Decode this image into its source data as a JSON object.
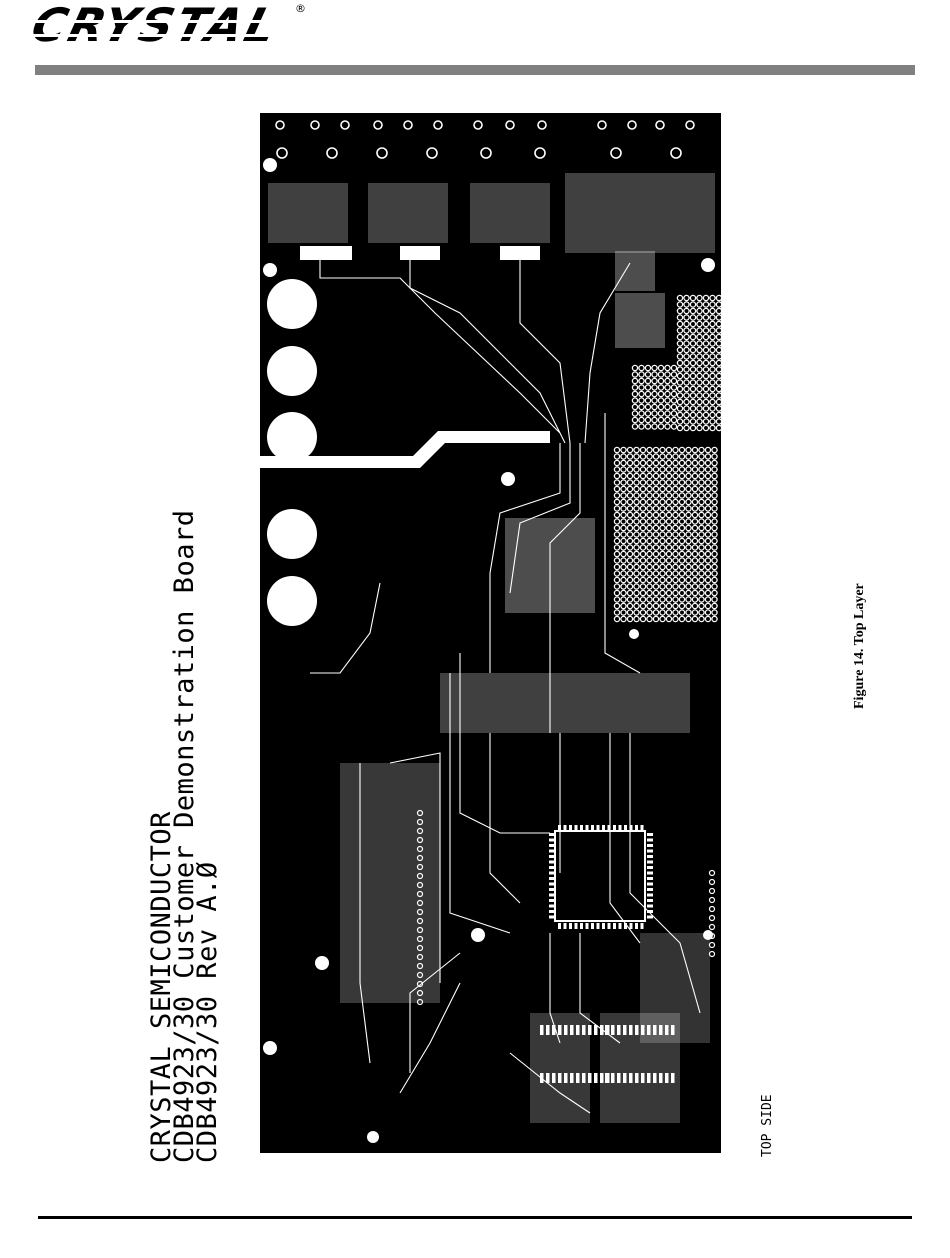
{
  "header": {
    "logo_text": "CRYSTAL",
    "logo_mark": "®"
  },
  "board": {
    "title_lines": [
      "CRYSTAL SEMICONDUCTOR",
      "CDB4923/30 Customer Demonstration Board",
      "CDB4923/30 Rev A.Ø"
    ],
    "side_label": "TOP SIDE"
  },
  "figure": {
    "caption": "Figure 14.  Top Layer"
  },
  "colors": {
    "copper": "#000000",
    "substrate": "#ffffff",
    "header_bar": "#808080"
  }
}
